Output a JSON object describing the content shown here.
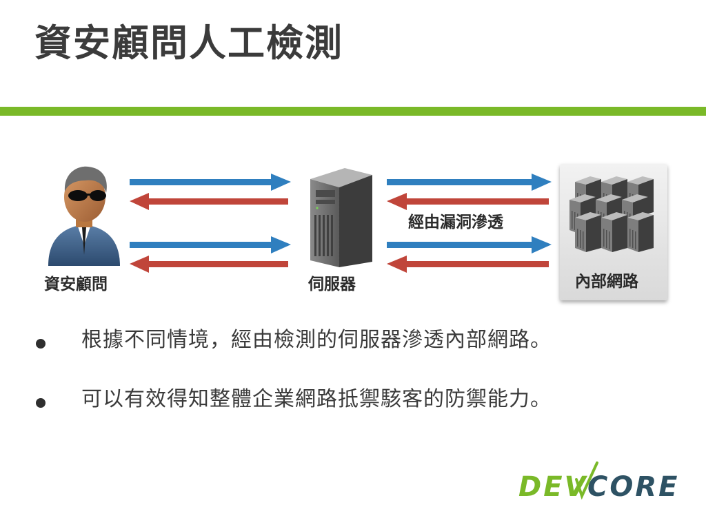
{
  "title": "資安顧問人工檢測",
  "diagram": {
    "consultant_label": "資安顧問",
    "server_label": "伺服器",
    "internal_label": "內部網路",
    "penetration_label": "經由漏洞滲透"
  },
  "bullets": [
    "根據不同情境，經由檢測的伺服器滲透內部網路。",
    "可以有效得知整體企業網路抵禦駭客的防禦能力。"
  ],
  "logo": {
    "left": "DEV",
    "right": "CORE"
  },
  "colors": {
    "accent_green": "#7ab928",
    "arrow_blue": "#2f7fbf",
    "arrow_red": "#c0453a",
    "logo_dark": "#2e5264"
  }
}
